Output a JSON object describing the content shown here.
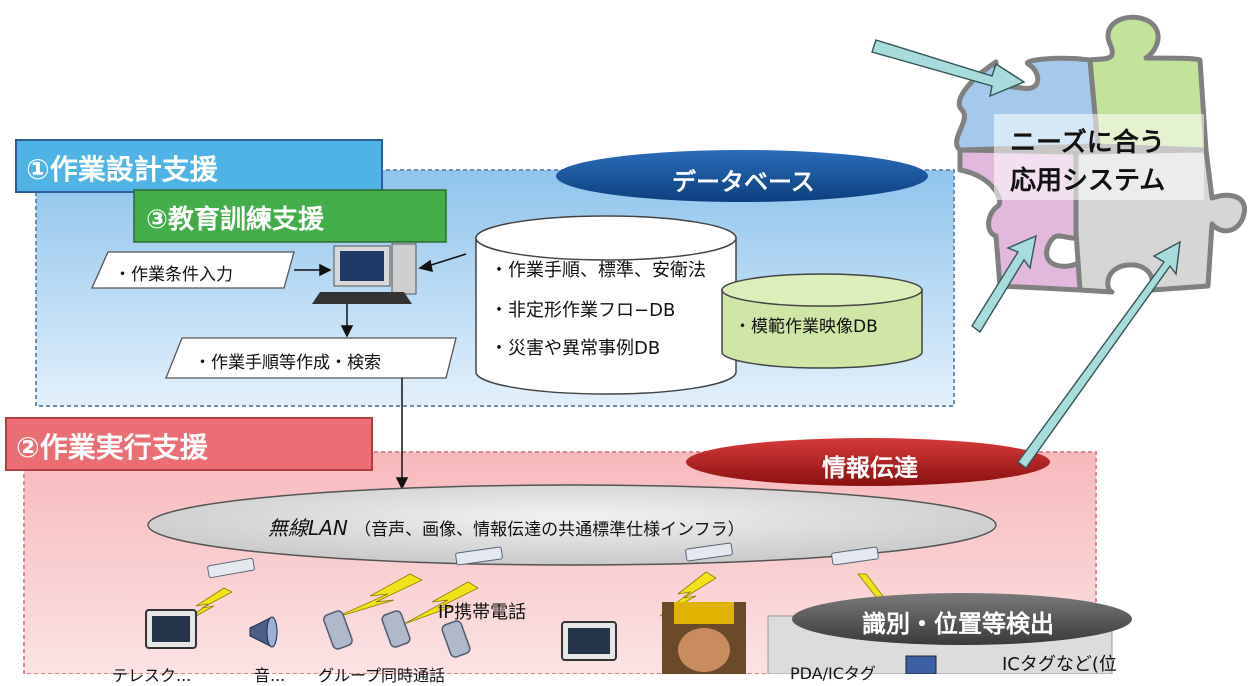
{
  "sections": {
    "design": {
      "title": "①作業設計支援"
    },
    "training": {
      "title": "③教育訓練支援"
    },
    "execution": {
      "title": "②作業実行支援"
    }
  },
  "ellipses": {
    "database": "データベース",
    "info_transfer": "情報伝達",
    "detection": "識別・位置等検出"
  },
  "inputs": {
    "work_conditions": "・作業条件入力",
    "procedure_search": "・作業手順等作成・検索"
  },
  "database": {
    "items": [
      "・作業手順、標準、安衛法",
      "・非定形作業フロ−DB",
      "・災害や異常事例DB"
    ],
    "model_video": "・模範作業映像DB"
  },
  "lan": {
    "name": "無線LAN",
    "description": "（音声、画像、情報伝達の共通標準仕様インフラ）"
  },
  "devices": {
    "ip_phone": "IP携帯電話",
    "cut_labels": [
      "テレスク...",
      "音...",
      "グループ同時通話",
      "PDA/ICタグ",
      "ICタグなど(位"
    ]
  },
  "puzzle": {
    "line1": "ニーズに合う",
    "line2": "応用システム"
  },
  "colors": {
    "blue_zone": "#a9d0ee",
    "red_zone": "#f6c5c8",
    "puzzle_blue": "#a5c9ea",
    "puzzle_green": "#c3e29a",
    "puzzle_pink": "#e2b9dc",
    "puzzle_gray": "#d6d6d6",
    "arrow": "#a8dcdc"
  }
}
